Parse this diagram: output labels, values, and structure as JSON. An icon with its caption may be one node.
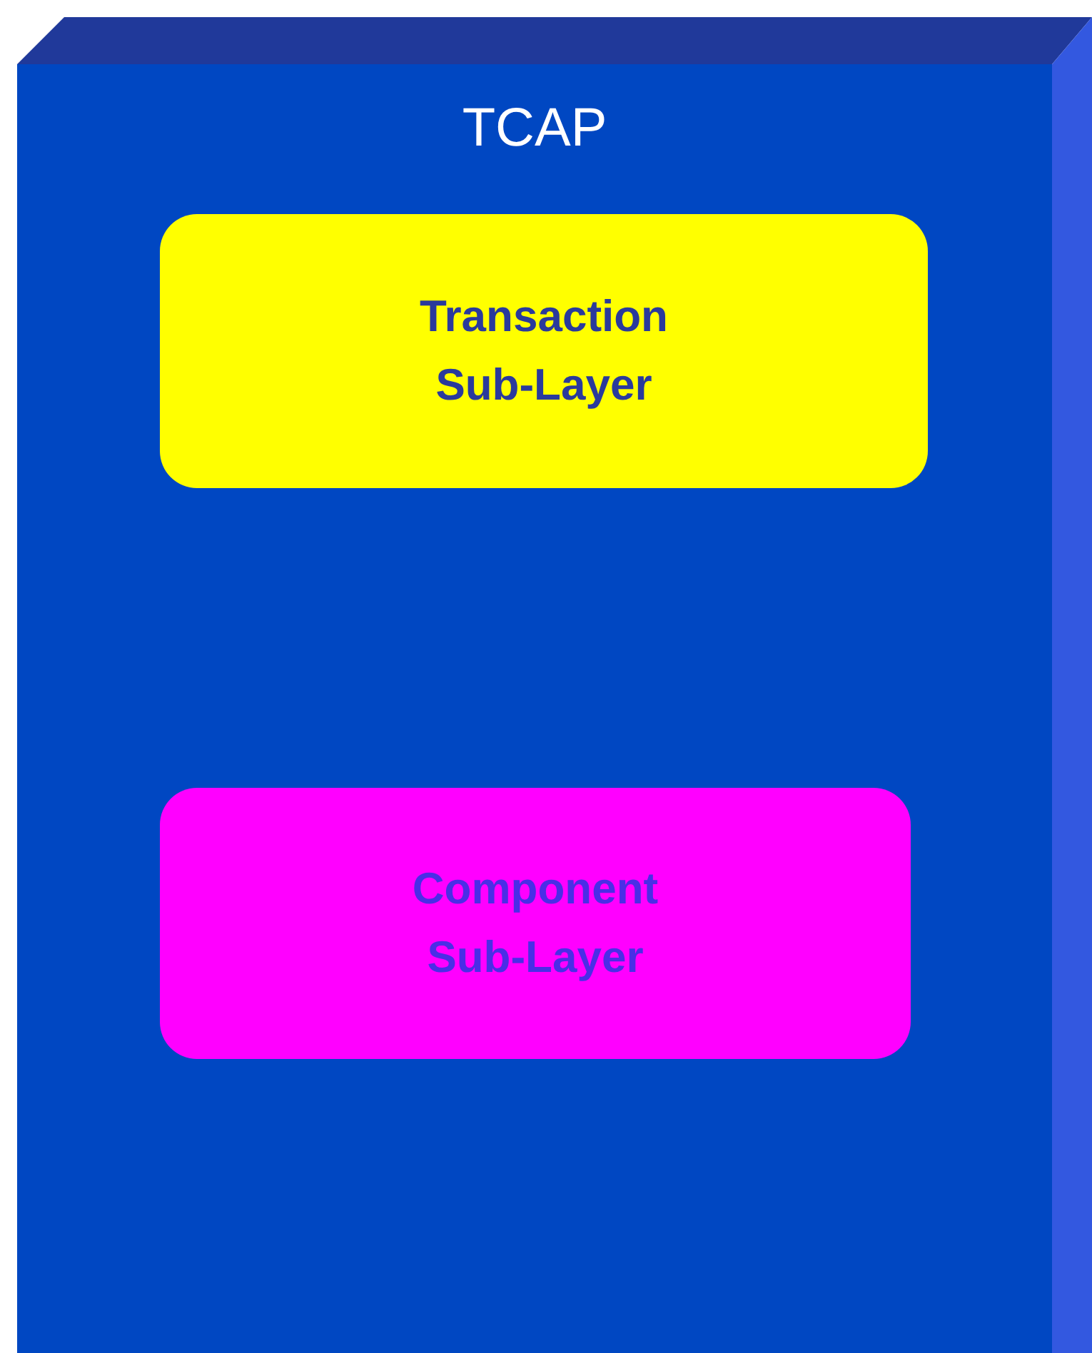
{
  "diagram": {
    "nodes": [
      {
        "text": [
          "TCAP"
        ]
      },
      {
        "text": [
          "Transaction Sub-Layer"
        ],
        "in": 0
      },
      {
        "text": [
          "Component Sub-Layer"
        ],
        "in": 0
      }
    ]
  }
}
